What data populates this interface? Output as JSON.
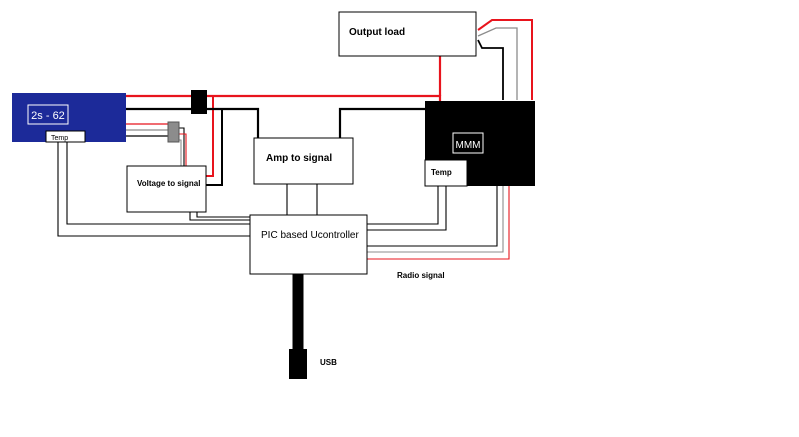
{
  "colors": {
    "battery_fill": "#1c2a99",
    "battery_text": "#ffffff",
    "motor_fill": "#000000",
    "wire_red": "#e8141d",
    "wire_black": "#000000",
    "wire_gray": "#8c8c8c",
    "box_stroke": "#000000",
    "box_fill": "#ffffff"
  },
  "labels": {
    "battery": "2s - 62",
    "battery_temp": "Temp",
    "voltage_to_signal": "Voltage to signal",
    "amp_to_signal": "Amp to signal",
    "output_load": "Output load",
    "motor": "MMM",
    "motor_temp": "Temp",
    "controller": "PIC based Ucontroller",
    "radio_signal": "Radio signal",
    "usb": "USB"
  }
}
